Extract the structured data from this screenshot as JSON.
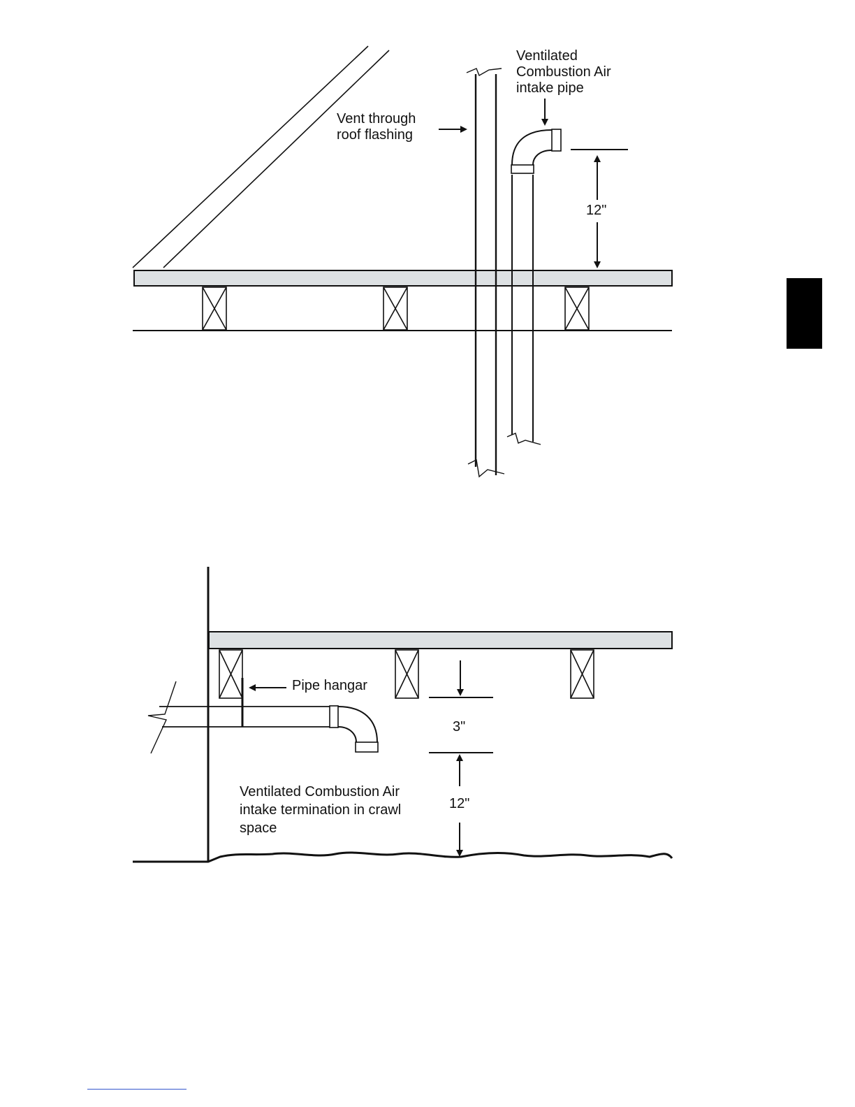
{
  "figures": {
    "roof": {
      "label_intake": "Ventilated\nCombustion Air\nintake pipe",
      "label_vent": "Vent through\nroof flashing",
      "dimension": "12\""
    },
    "crawl": {
      "label_hangar": "Pipe hangar",
      "label_intake": "Ventilated Combustion Air\nintake termination in crawl\nspace",
      "dimension_clearance": "3\"",
      "dimension_height": "12\""
    }
  },
  "colors": {
    "line": "#111111",
    "joist_fill": "#dde1e3",
    "tab": "#000000"
  }
}
